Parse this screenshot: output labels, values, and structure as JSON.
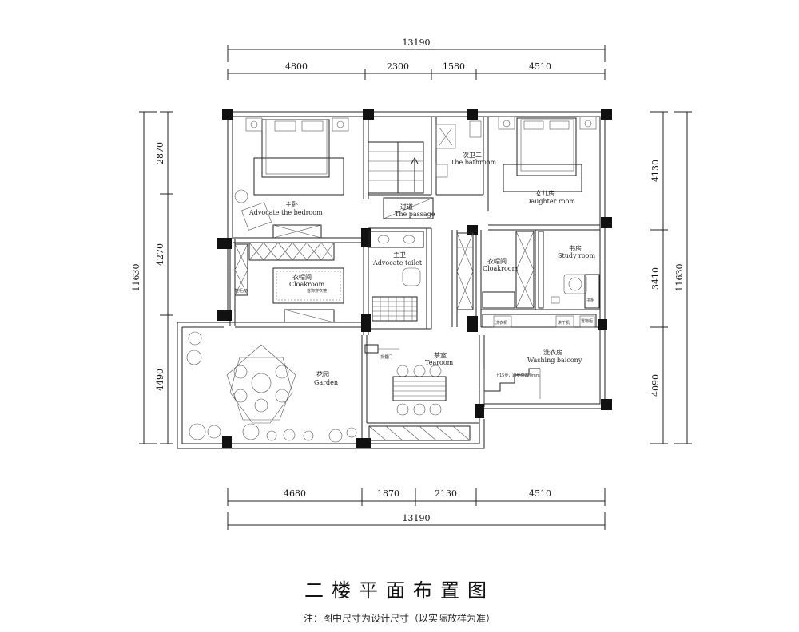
{
  "title": "二楼平面布置图",
  "note": "注：图中尺寸为设计尺寸（以实际放样为准）",
  "dims": {
    "top_total": "13190",
    "top_segments": [
      "4800",
      "2300",
      "1580",
      "4510"
    ],
    "bottom_segments": [
      "4680",
      "1870",
      "2130",
      "4510"
    ],
    "bottom_total": "13190",
    "left_segments": [
      "2870",
      "4270",
      "4490"
    ],
    "left_total": "11630",
    "right_segments": [
      "4130",
      "3410",
      "4090"
    ],
    "right_total": "11630"
  },
  "rooms": {
    "master_cn": "主卧",
    "master_en": "Advocate the bedroom",
    "passage_cn": "过道",
    "passage_en": "The passage",
    "bath2_cn": "次卫二",
    "bath2_en": "The bathroom",
    "daughter_cn": "女儿房",
    "daughter_en": "Daughter room",
    "cloak1_cn": "衣帽间",
    "cloak1_en": "Cloakroom",
    "toilet_cn": "主卫",
    "toilet_en": "Advocate toilet",
    "cloak2_cn": "衣帽间",
    "cloak2_en": "Cloakroom",
    "study_cn": "书房",
    "study_en": "Study room",
    "garden_cn": "花园",
    "garden_en": "Garden",
    "tea_cn": "茶室",
    "tea_en": "Tearoom",
    "wash_cn": "洗衣房",
    "wash_en": "Washing balcony"
  },
  "small_labels": {
    "island": "首饰穿衣镜",
    "shelf": "鞋柜/衣",
    "door": "折叠门",
    "stair_note": "上15步，踏步高220mm",
    "washer1": "洗衣机",
    "washer2": "烘干机",
    "cab": "置物柜",
    "shelf2": "书柜"
  }
}
